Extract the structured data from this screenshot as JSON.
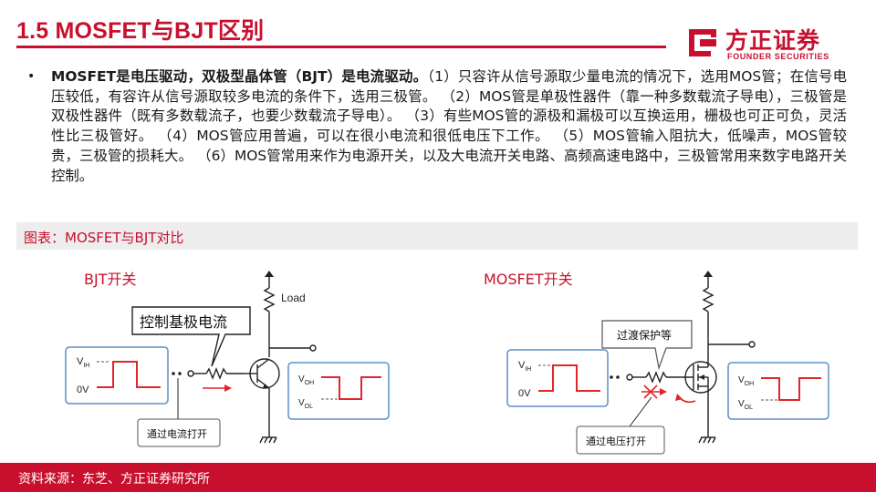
{
  "header": {
    "title": "1.5 MOSFET与BJT区别"
  },
  "logo": {
    "name_cn": "方正证券",
    "name_en": "FOUNDER SECURITIES"
  },
  "paragraph": {
    "bold": "MOSFET是电压驱动，双极型晶体管（BJT）是电流驱动。",
    "body": "（1）只容许从信号源取少量电流的情况下，选用MOS管；在信号电压较低，有容许从信号源取较多电流的条件下，选用三极管。 （2）MOS管是单极性器件（靠一种多数载流子导电），三极管是双极性器件（既有多数载流子，也要少数载流子导电）。 （3）有些MOS管的源极和漏极可以互换运用，栅极也可正可负，灵活性比三极管好。 （4）MOS管应用普遍，可以在很小电流和很低电压下工作。 （5）MOS管输入阻抗大，低噪声，MOS管较贵，三极管的损耗大。 （6）MOS管常用来作为电源开关，以及大电流开关电路、高频高速电路中，三极管常用来数字电路开关控制。"
  },
  "figure": {
    "caption": "图表：MOSFET与BJT对比"
  },
  "bjt": {
    "title": "BJT开关",
    "load_label": "Load",
    "callout": "控制基极电流",
    "note": "通过电流打开",
    "in_high": "V",
    "in_high_sub": "IH",
    "in_low": "0V",
    "out_high": "V",
    "out_high_sub": "OH",
    "out_low": "V",
    "out_low_sub": "OL"
  },
  "mosfet": {
    "title": "MOSFET开关",
    "callout": "过渡保护等",
    "note": "通过电压打开",
    "in_high": "V",
    "in_high_sub": "IH",
    "in_low": "0V",
    "out_high": "V",
    "out_high_sub": "OH",
    "out_low": "V",
    "out_low_sub": "OL"
  },
  "footer": {
    "source": "资料来源：东芝、方正证券研究所"
  },
  "colors": {
    "brand_red": "#c8102e",
    "caption_bg": "#ededed"
  }
}
